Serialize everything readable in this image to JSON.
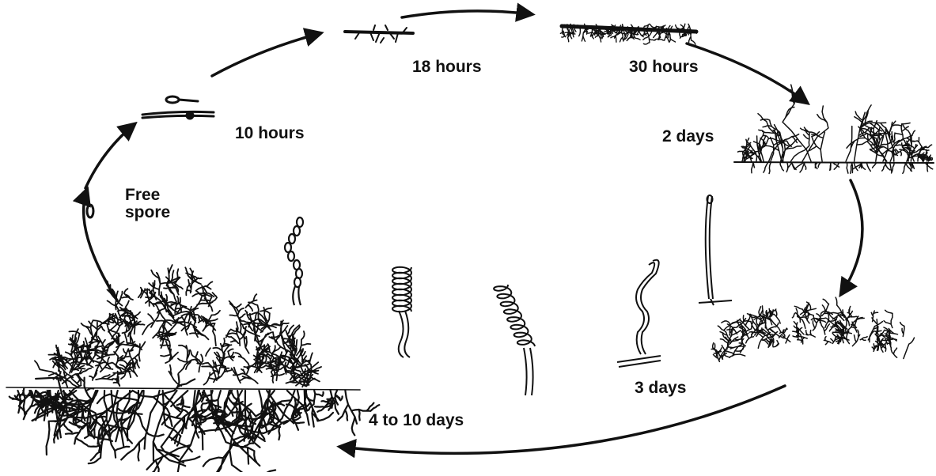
{
  "diagram": {
    "ink_color": "#111111",
    "background": "#ffffff",
    "stages": [
      {
        "id": "free-spore",
        "label": "Free\nspore"
      },
      {
        "id": "10-hours",
        "label": "10 hours"
      },
      {
        "id": "18-hours",
        "label": "18 hours"
      },
      {
        "id": "30-hours",
        "label": "30 hours"
      },
      {
        "id": "2-days",
        "label": "2 days"
      },
      {
        "id": "3-days",
        "label": "3 days"
      },
      {
        "id": "4-to-10-days",
        "label": "4 to 10 days"
      }
    ]
  }
}
